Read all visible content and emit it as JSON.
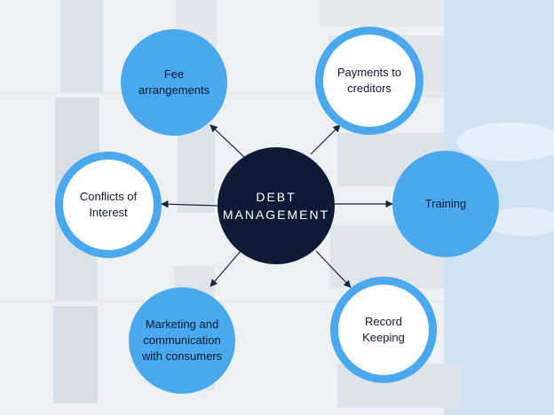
{
  "center": {
    "line1": "DEBT",
    "line2": "MANAGEMENT"
  },
  "nodes": {
    "fee": "Fee\narrangements",
    "payments": "Payments to\ncreditors",
    "conflicts": "Conflicts of\nInterest",
    "training": "Training",
    "marketing": "Marketing and\ncommunication\nwith consumers",
    "record": "Record\nKeeping"
  },
  "colors": {
    "accent": "#4aa8ee",
    "center": "#0f1a36",
    "sky": "#cfe3f3"
  }
}
